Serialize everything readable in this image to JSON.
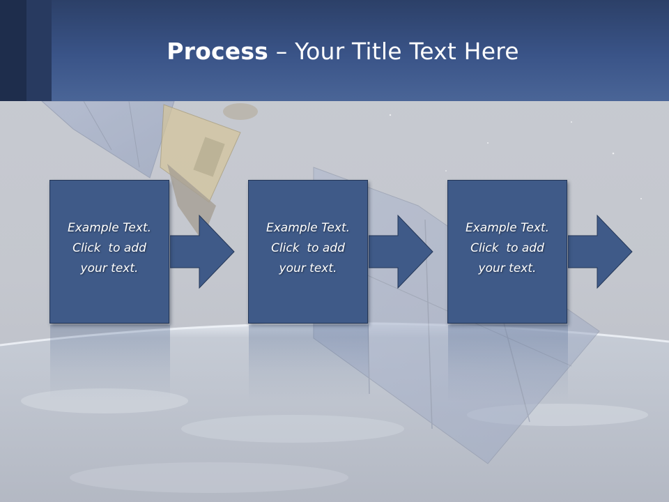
{
  "slide": {
    "title_bold": "Process",
    "title_rest": " – Your Title Text Here",
    "colors": {
      "header": "#3a5488",
      "box": "#3f5a88",
      "box_border": "#233657",
      "background": "#c8cbd2"
    }
  },
  "steps": [
    {
      "line1": "Example Text.",
      "line2": "Click  to add",
      "line3": "your text."
    },
    {
      "line1": "Example Text.",
      "line2": "Click  to add",
      "line3": "your text."
    },
    {
      "line1": "Example Text.",
      "line2": "Click  to add",
      "line3": "your text."
    }
  ],
  "icons": {
    "arrow": "right-arrow-icon",
    "background": "satellite-over-earth-image"
  }
}
